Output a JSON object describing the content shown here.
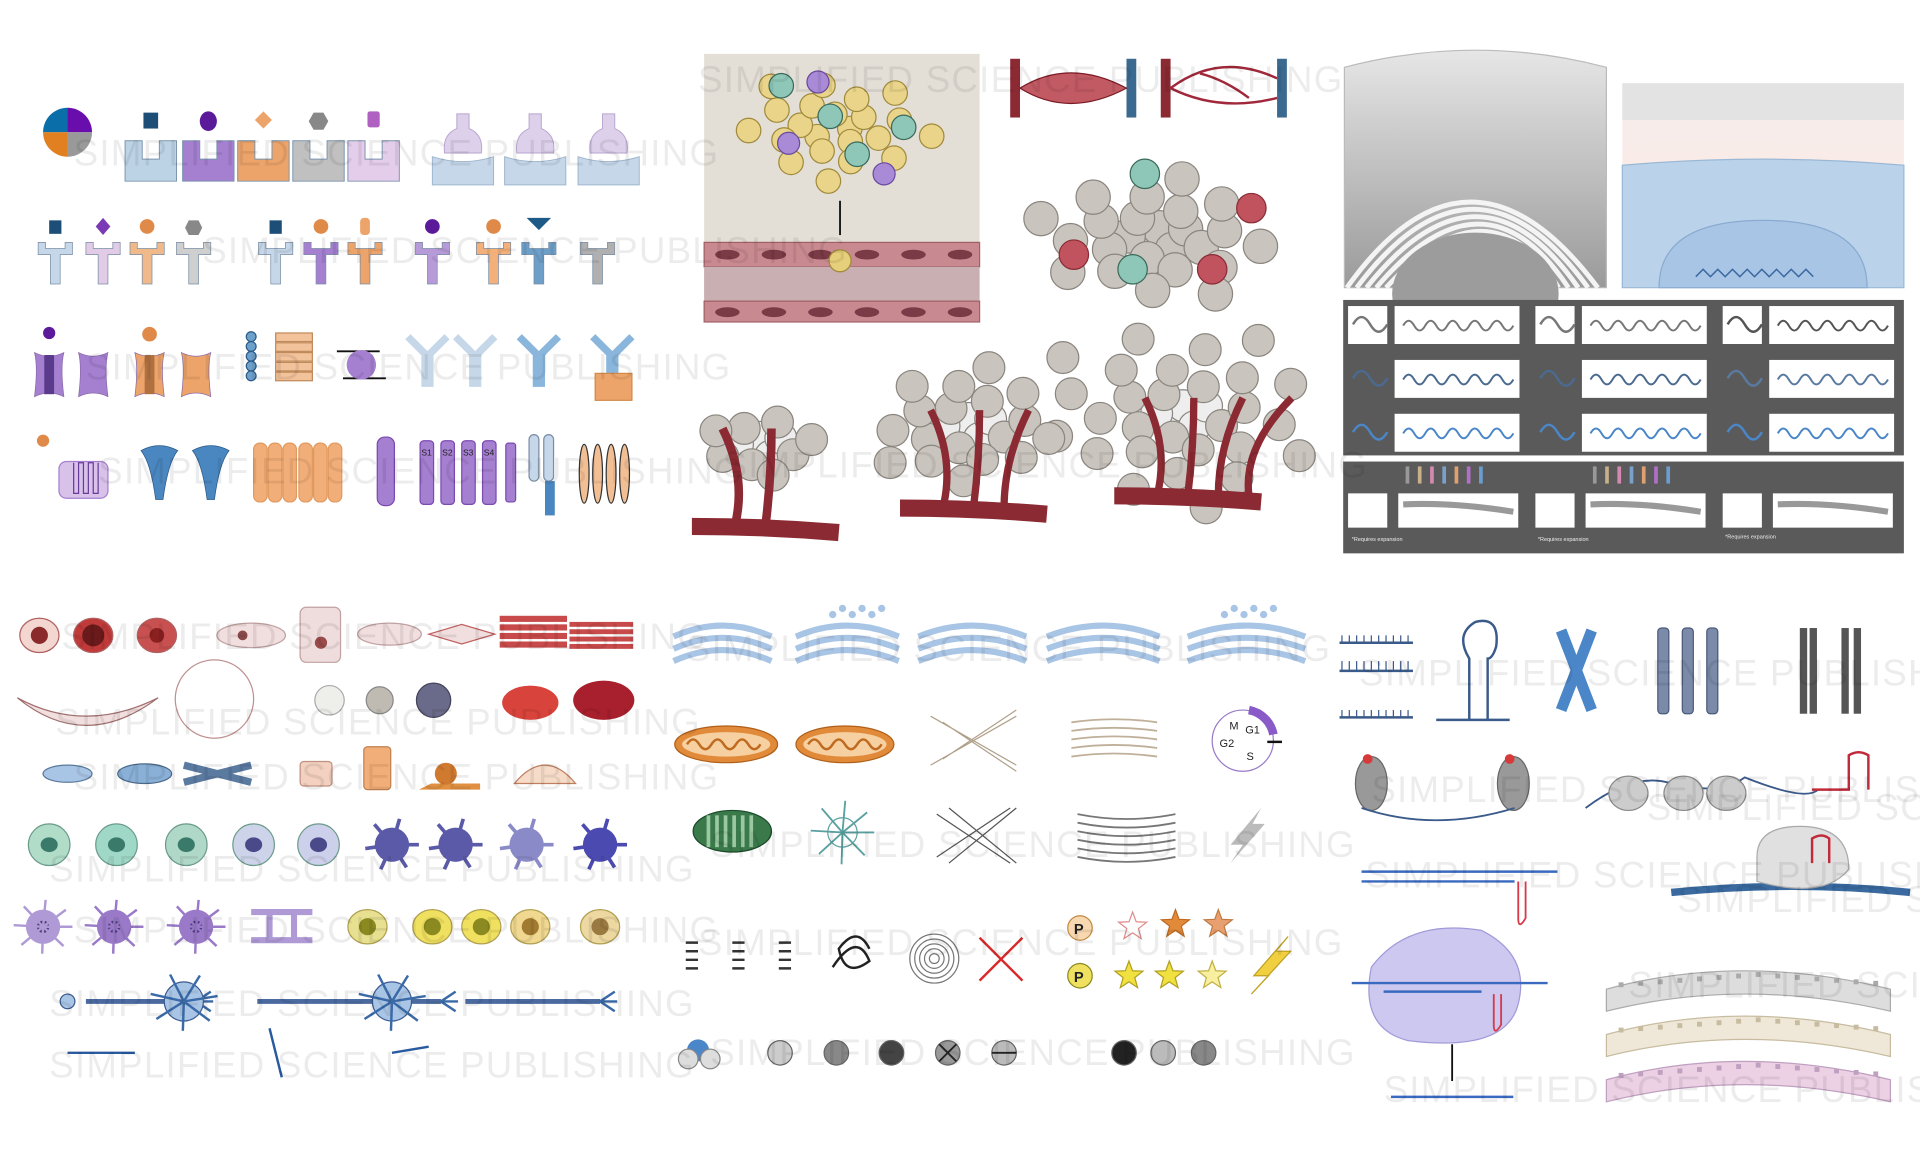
{
  "watermark": "SIMPLIFIED SCIENCE PUBLISHING",
  "channel_segments": [
    "S1",
    "S2",
    "S3",
    "S4"
  ],
  "cell_cycle": {
    "m": "M",
    "g1": "G1",
    "g2": "G2",
    "s": "S"
  },
  "phospho_label": "P",
  "membrane_notes": [
    "*Requires expansion",
    "*Requires expansion",
    "*Requires expansion"
  ],
  "colors": {
    "blue": "#bcd3e6",
    "purple": "#a57fd0",
    "orange": "#eda46a",
    "gray": "#bdbdbd",
    "lilac": "#e4cdea",
    "vessel": "#8b2a33",
    "dark_panel": "#5a5a5a",
    "tumor_bg": "#e3ded6"
  }
}
